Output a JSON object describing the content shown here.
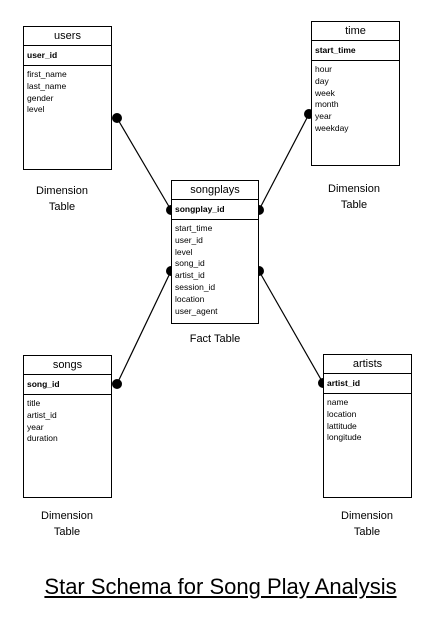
{
  "diagram": {
    "title": "Star Schema for Song Play Analysis",
    "tables": {
      "users": {
        "name": "users",
        "primary_key": "user_id",
        "columns": [
          "first_name",
          "last_name",
          "gender",
          "level"
        ],
        "caption_line1": "Dimension",
        "caption_line2": "Table"
      },
      "time": {
        "name": "time",
        "primary_key": "start_time",
        "columns": [
          "hour",
          "day",
          "week",
          "month",
          "year",
          "weekday"
        ],
        "caption_line1": "Dimension",
        "caption_line2": "Table"
      },
      "songplays": {
        "name": "songplays",
        "primary_key": "songplay_id",
        "columns": [
          "start_time",
          "user_id",
          "level",
          "song_id",
          "artist_id",
          "session_id",
          "location",
          "user_agent"
        ],
        "caption_line1": "Fact Table"
      },
      "songs": {
        "name": "songs",
        "primary_key": "song_id",
        "columns": [
          "title",
          "artist_id",
          "year",
          "duration"
        ],
        "caption_line1": "Dimension",
        "caption_line2": "Table"
      },
      "artists": {
        "name": "artists",
        "primary_key": "artist_id",
        "columns": [
          "name",
          "location",
          "lattitude",
          "longitude"
        ],
        "caption_line1": "Dimension",
        "caption_line2": "Table"
      }
    }
  }
}
